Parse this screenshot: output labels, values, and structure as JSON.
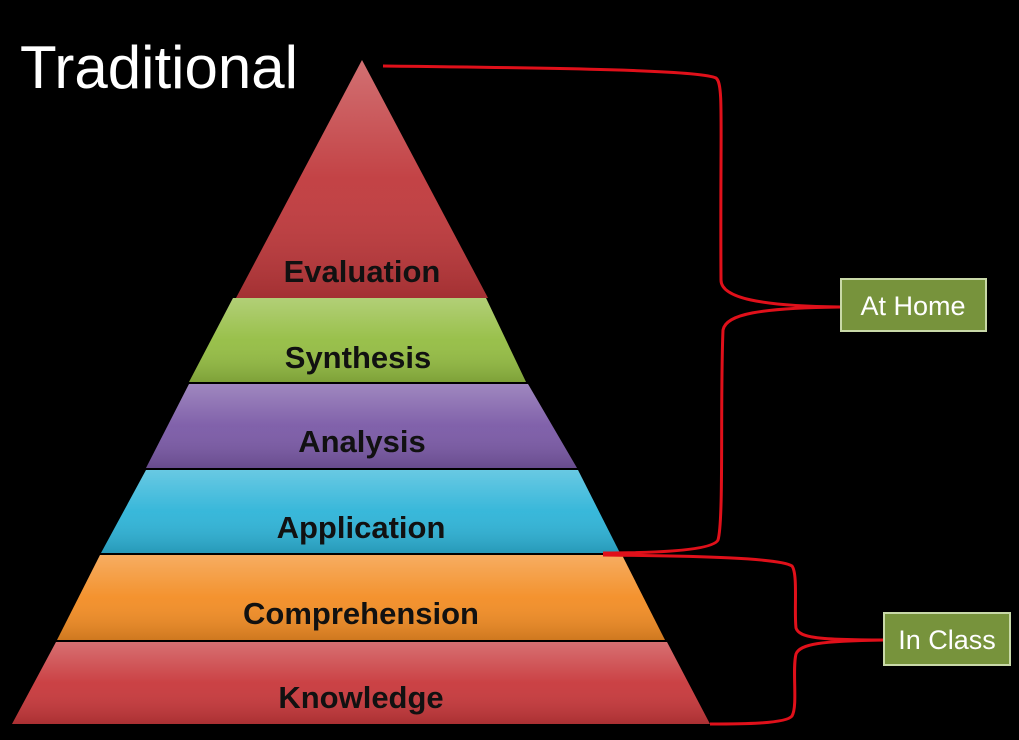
{
  "title": "Traditional",
  "levels": [
    {
      "label": "Evaluation",
      "color": "#c0393c"
    },
    {
      "label": "Synthesis",
      "color": "#94bd42"
    },
    {
      "label": "Analysis",
      "color": "#7a59a6"
    },
    {
      "label": "Application",
      "color": "#2eb4d8"
    },
    {
      "label": "Comprehension",
      "color": "#f38d24"
    },
    {
      "label": "Knowledge",
      "color": "#c8383b"
    }
  ],
  "groups": [
    {
      "label": "At Home",
      "color": "#77933c"
    },
    {
      "label": "In Class",
      "color": "#77933c"
    }
  ],
  "bracket_color": "#e0101a"
}
